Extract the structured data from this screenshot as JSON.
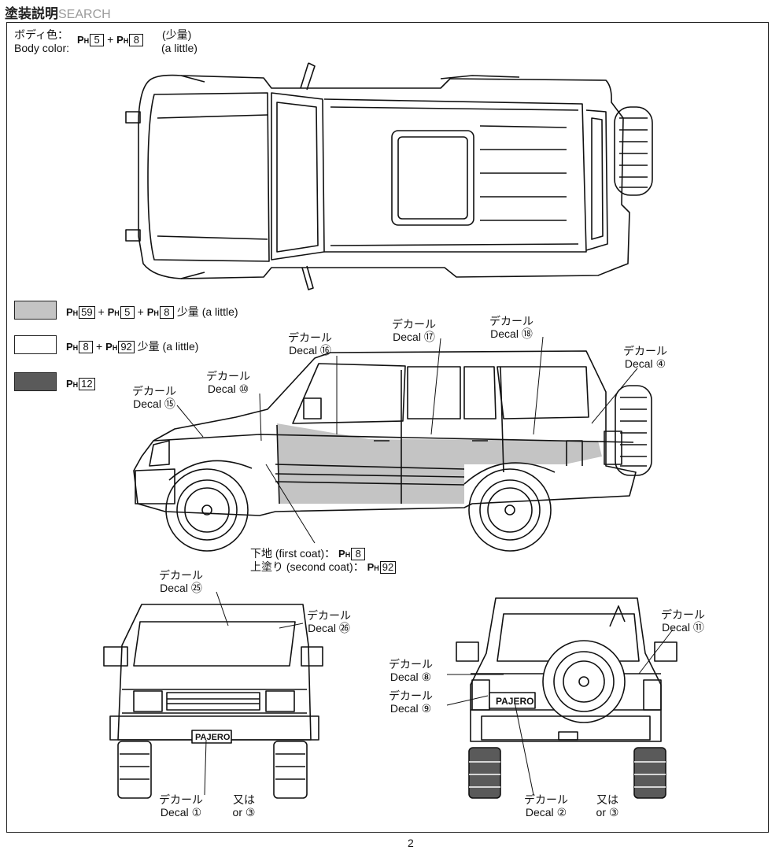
{
  "header": {
    "title": "塗装説明",
    "watermark": "SEARCH"
  },
  "body_color": {
    "jp": "ボディ色：",
    "en": "Body color:",
    "plus": "+",
    "code1": "5",
    "code2": "8",
    "little_jp": "(少量)",
    "little_en": "(a little)"
  },
  "paint_prefix": "P",
  "paint_sub": "H",
  "legend": [
    {
      "color": "#c4c4c4",
      "codes": [
        "59",
        "5",
        "8"
      ],
      "suffix": "少量 (a little)"
    },
    {
      "color": "#ffffff",
      "codes": [
        "8",
        "92"
      ],
      "suffix": "少量 (a little)"
    },
    {
      "color": "#5a5a5a",
      "codes": [
        "12"
      ],
      "suffix": ""
    }
  ],
  "decal": {
    "jp": "デカール",
    "en": "Decal",
    "or_jp": "又は",
    "or_en": "or"
  },
  "decals": {
    "d15": "⑮",
    "d10": "⑩",
    "d16": "⑯",
    "d17": "⑰",
    "d18": "⑱",
    "d4": "④",
    "d25": "㉕",
    "d26": "㉖",
    "d11": "⑪",
    "d8": "⑧",
    "d9": "⑨",
    "d1": "①",
    "d2": "②",
    "d3": "③"
  },
  "coats": {
    "first": "下地 (first coat)：",
    "first_code": "8",
    "second": "上塗り (second coat)：",
    "second_code": "92"
  },
  "plates": {
    "front": "PAJERO",
    "rear": "PAJERO"
  },
  "page_number": "2"
}
